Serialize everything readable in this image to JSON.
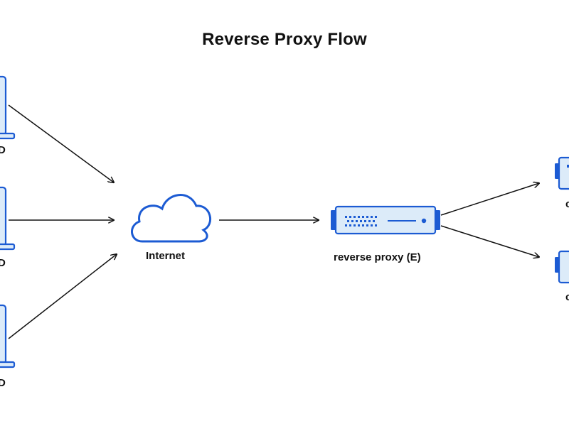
{
  "title": "Reverse Proxy Flow",
  "nodes": {
    "internet": {
      "label": "Internet"
    },
    "proxy": {
      "label": "reverse proxy (E)"
    }
  },
  "colors": {
    "accent": "#1c5bd3",
    "fill": "#dcebf9",
    "line": "#111111"
  },
  "icons": [
    "laptop-icon",
    "cloud-icon",
    "server-icon"
  ]
}
